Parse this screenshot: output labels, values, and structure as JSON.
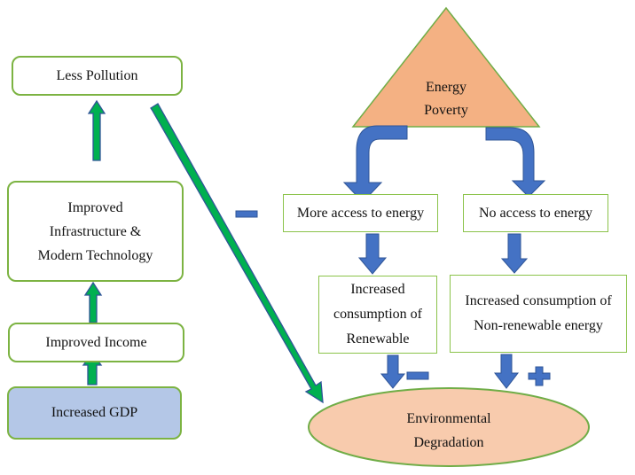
{
  "colors": {
    "box_border": "#7cb342",
    "green_arrow": "#00b050",
    "green_arrow_outline": "#2f5597",
    "blue_arrow": "#4472c4",
    "triangle_fill": "#f4b183",
    "ellipse_fill": "#f8cbad",
    "gdp_fill": "#b4c7e7"
  },
  "left_chain": {
    "less_pollution": "Less Pollution",
    "infrastructure": [
      "Improved",
      "Infrastructure &",
      "Modern Technology"
    ],
    "improved_income": "Improved Income",
    "increased_gdp": "Increased GDP"
  },
  "energy_poverty": [
    "Energy",
    "Poverty"
  ],
  "more_access": "More access to energy",
  "no_access": "No access to energy",
  "renewable": [
    "Increased",
    "consumption of",
    "Renewable"
  ],
  "non_renewable": [
    "Increased consumption of",
    "Non-renewable energy"
  ],
  "environmental_degradation": [
    "Environmental",
    "Degradation"
  ],
  "signs": {
    "pollution_to_degradation": "negative",
    "renewable_to_degradation": "negative",
    "non_renewable_to_degradation": "positive"
  }
}
